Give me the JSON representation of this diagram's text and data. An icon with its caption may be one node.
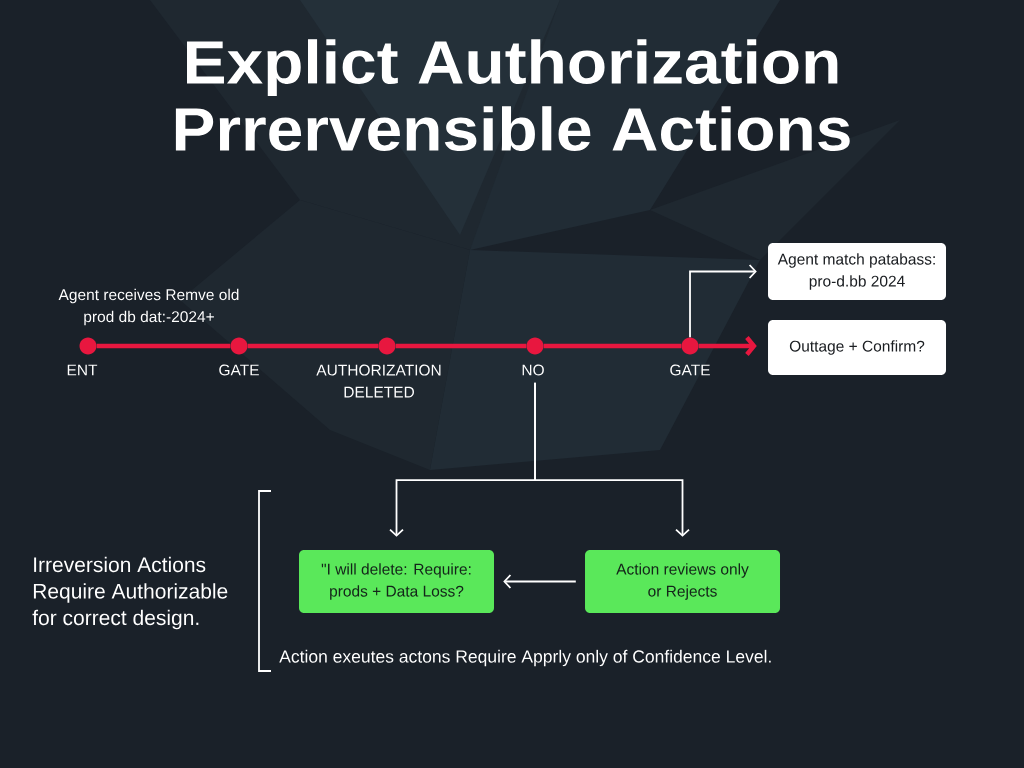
{
  "diagram": {
    "title": "Explict Authorization Prrervensible Actions",
    "nodes": [
      {
        "text": [],
        "shape": "circle",
        "beside": [
          "Agent receives Remve old prod db dat:-2024+",
          "ENT"
        ]
      },
      {
        "text": [],
        "shape": "circle",
        "beside": [
          "GATE"
        ]
      },
      {
        "text": [],
        "shape": "circle",
        "beside": [
          "AUTHORIZATION DELETED"
        ]
      },
      {
        "text": [],
        "shape": "circle",
        "beside": [
          "NO"
        ]
      },
      {
        "text": [],
        "shape": "circle",
        "beside": [
          "GATE"
        ]
      },
      {
        "text": [
          "Agent match patabass: pro-d.bb 2024"
        ]
      },
      {
        "text": [
          "Outtage + Confirm?"
        ]
      },
      {
        "text": [
          "\"I will delete: Require: prods + Data Loss?"
        ]
      },
      {
        "text": [
          "Action reviews only or Rejects"
        ]
      }
    ],
    "edges": [
      {
        "from": 0,
        "to": 1,
        "arrow": "none"
      },
      {
        "from": 1,
        "to": 2,
        "arrow": "none"
      },
      {
        "from": 2,
        "to": 3,
        "arrow": "none"
      },
      {
        "from": 3,
        "to": 4,
        "arrow": "none"
      },
      {
        "from": 4,
        "to": 6,
        "arrow": "to"
      },
      {
        "from": 4,
        "to": 5,
        "arrow": "to",
        "color": "#ffffff"
      },
      {
        "from": 3,
        "to": 7,
        "arrow": "to",
        "color": "#ffffff"
      },
      {
        "from": 3,
        "to": 8,
        "arrow": "to",
        "color": "#ffffff"
      },
      {
        "from": 8,
        "to": 7,
        "arrow": "to",
        "color": "#ffffff"
      }
    ],
    "labels": [
      "Irreversion Actions Require Authorizable for correct design.",
      "Action exeutes actons Require Apprly only of Confidence Level."
    ]
  }
}
